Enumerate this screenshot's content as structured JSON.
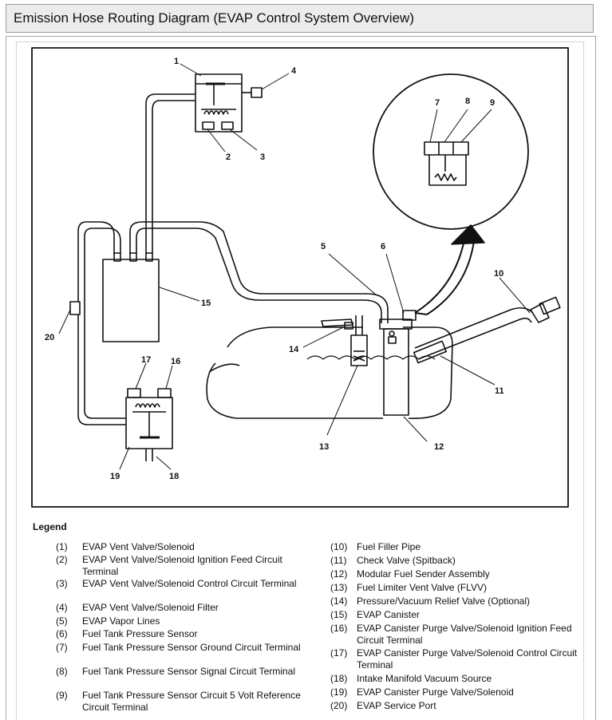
{
  "title": "Emission Hose Routing Diagram (EVAP Control System Overview)",
  "diagram": {
    "callouts": [
      "1",
      "2",
      "3",
      "4",
      "5",
      "6",
      "7",
      "8",
      "9",
      "10",
      "11",
      "12",
      "13",
      "14",
      "15",
      "16",
      "17",
      "18",
      "19",
      "20"
    ]
  },
  "legend": {
    "heading": "Legend",
    "items": [
      {
        "num": "(1)",
        "text": "EVAP Vent Valve/Solenoid"
      },
      {
        "num": "(2)",
        "text": "EVAP Vent Valve/Solenoid Ignition Feed Circuit Terminal"
      },
      {
        "num": "(3)",
        "text": "EVAP Vent Valve/Solenoid Control Circuit Terminal"
      },
      {
        "num": "(4)",
        "text": "EVAP Vent Valve/Solenoid Filter"
      },
      {
        "num": "(5)",
        "text": "EVAP Vapor Lines"
      },
      {
        "num": "(6)",
        "text": "Fuel Tank Pressure Sensor"
      },
      {
        "num": "(7)",
        "text": "Fuel Tank Pressure Sensor Ground Circuit Terminal"
      },
      {
        "num": "(8)",
        "text": "Fuel Tank Pressure Sensor Signal Circuit Terminal"
      },
      {
        "num": "(9)",
        "text": "Fuel Tank Pressure Sensor Circuit 5 Volt Reference Circuit Terminal"
      },
      {
        "num": "(10)",
        "text": "Fuel Filler Pipe"
      },
      {
        "num": "(11)",
        "text": "Check Valve (Spitback)"
      },
      {
        "num": "(12)",
        "text": "Modular Fuel Sender Assembly"
      },
      {
        "num": "(13)",
        "text": "Fuel Limiter Vent Valve (FLVV)"
      },
      {
        "num": "(14)",
        "text": "Pressure/Vacuum Relief Valve (Optional)"
      },
      {
        "num": "(15)",
        "text": "EVAP Canister"
      },
      {
        "num": "(16)",
        "text": "EVAP Canister Purge Valve/Solenoid Ignition Feed Circuit Terminal"
      },
      {
        "num": "(17)",
        "text": "EVAP Canister Purge Valve/Solenoid Control Circuit Terminal"
      },
      {
        "num": "(18)",
        "text": "Intake Manifold Vacuum Source"
      },
      {
        "num": "(19)",
        "text": "EVAP Canister Purge Valve/Solenoid"
      },
      {
        "num": "(20)",
        "text": "EVAP Service Port"
      }
    ]
  }
}
